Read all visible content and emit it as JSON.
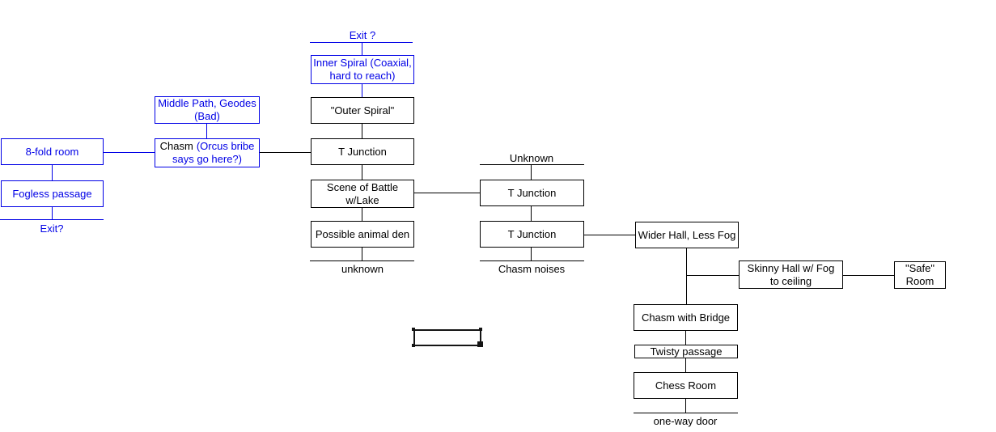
{
  "colors": {
    "accent_blue": "#0000E6",
    "line_black": "#000000",
    "canvas_background": "#FFFFFF"
  },
  "nodes": {
    "exit_top_label": "Exit ?",
    "inner_spiral": {
      "line1": "Inner Spiral (Coaxial,",
      "line2": "hard to reach)"
    },
    "outer_spiral": {
      "line1": "\"Outer Spiral\""
    },
    "t_junction_center": {
      "line1": "T Junction"
    },
    "scene_of_battle": {
      "line1": "Scene of Battle",
      "line2": "w/Lake"
    },
    "possible_animal_den": {
      "line1": "Possible animal den"
    },
    "unknown_bottom_label": "unknown",
    "middle_path": {
      "line1": "Middle Path, Geodes",
      "line2": "(Bad)"
    },
    "chasm": {
      "text_black": "Chasm",
      "text_blue_line1": "(Orcus bribe",
      "text_blue_line2": "says go here?)"
    },
    "eight_fold_room": {
      "line1": "8-fold room"
    },
    "fogless_passage": {
      "line1": "Fogless passage"
    },
    "exit_left_label": "Exit?",
    "unknown_top_label": "Unknown",
    "t_junction_upper_right": {
      "line1": "T Junction"
    },
    "t_junction_lower_right": {
      "line1": "T Junction"
    },
    "chasm_noises_label": "Chasm noises",
    "wider_hall": {
      "line1": "Wider Hall, Less Fog"
    },
    "skinny_hall": {
      "line1": "Skinny Hall w/ Fog",
      "line2": "to ceiling"
    },
    "safe_room": {
      "line1": "\"Safe\"",
      "line2": "Room"
    },
    "chasm_with_bridge": {
      "line1": "Chasm with Bridge"
    },
    "twisty_passage": {
      "line1": "Twisty passage"
    },
    "chess_room": {
      "line1": "Chess Room"
    },
    "one_way_door_label": "one-way door"
  }
}
